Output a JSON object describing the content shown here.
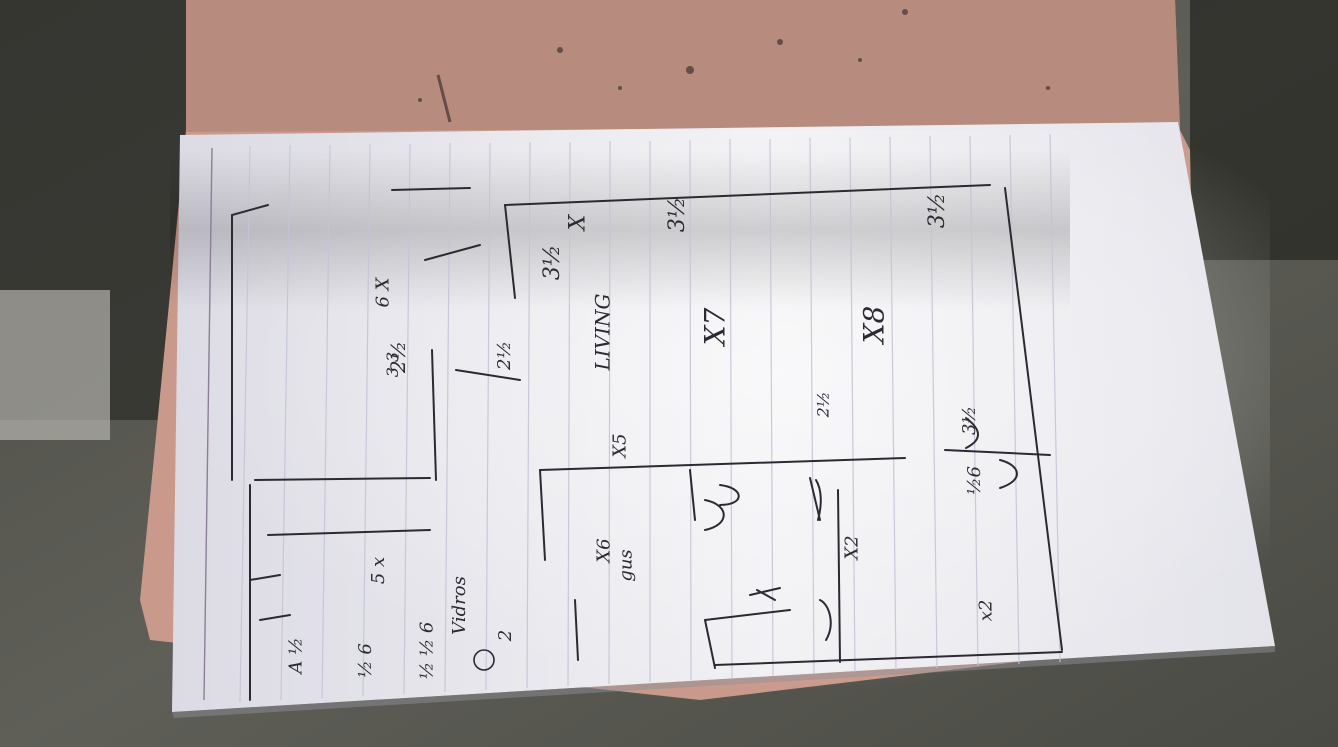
{
  "photo": {
    "colors": {
      "background_dark": "#2f2f2b",
      "concrete": "#5d5d56",
      "table_pink": "#c99a8c",
      "paper": "#e9e9ee",
      "paper_shadow": "#c9c8d0",
      "ruled_line": "#c7c3d6",
      "ink": "#2b2a33"
    },
    "sketch_labels": {
      "living": "LIVING",
      "x7": "X7",
      "x8": "X8",
      "width_a": "3½",
      "width_b": "3½",
      "width_c": "3½",
      "bed_a": "2½",
      "bed_b": "2½",
      "vidros": "Vidros",
      "size_x6": "X6",
      "size_x5": "X5",
      "size_x2": "X2",
      "size_x": "X",
      "note_a": "½ ½ 6",
      "note_b": "A ½",
      "note_c": "½ 6",
      "note_d": "2",
      "note_e": "3,3",
      "note_f": "6 X",
      "note_g": "5 x",
      "note_h": "gus",
      "note_i": "2½",
      "note_j": "3½",
      "note_k": "x2",
      "note_l": "½6"
    }
  }
}
